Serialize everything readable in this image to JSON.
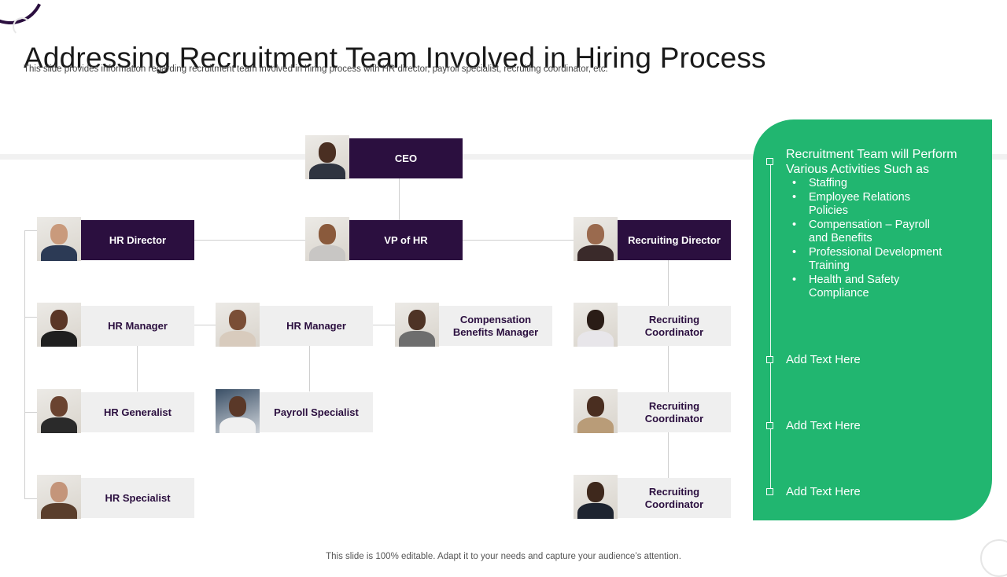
{
  "slide": {
    "title": "Addressing Recruitment Team Involved in Hiring Process",
    "subtitle": "This slide provides information regarding recruitment team involved in hiring process with HR director, payroll specialist, recruiting coordinator, etc.",
    "footer": "This slide is 100% editable. Adapt it to your needs and capture your audience’s attention."
  },
  "colors": {
    "dark_box": "#2b0f3f",
    "light_box": "#efefef",
    "panel": "#21b670"
  },
  "org": {
    "ceo": "CEO",
    "hr_director": "HR Director",
    "vp_hr": "VP of HR",
    "recruiting_director": "Recruiting Director",
    "hr_manager_1": "HR Manager",
    "hr_manager_2": "HR Manager",
    "comp_benefits_manager": "Compensation Benefits Manager",
    "recruiting_coordinator_1": "Recruiting Coordinator",
    "hr_generalist": "HR Generalist",
    "payroll_specialist": "Payroll Specialist",
    "recruiting_coordinator_2": "Recruiting Coordinator",
    "hr_specialist": "HR Specialist",
    "recruiting_coordinator_3": "Recruiting Coordinator"
  },
  "panel": {
    "heading": "Recruitment Team will Perform Various Activities Such as",
    "activities": [
      "Staffing",
      "Employee Relations Policies",
      "Compensation – Payroll and Benefits",
      "Professional Development Training",
      "Health and Safety Compliance"
    ],
    "placeholders": [
      "Add Text Here",
      "Add Text Here",
      "Add Text Here"
    ]
  }
}
